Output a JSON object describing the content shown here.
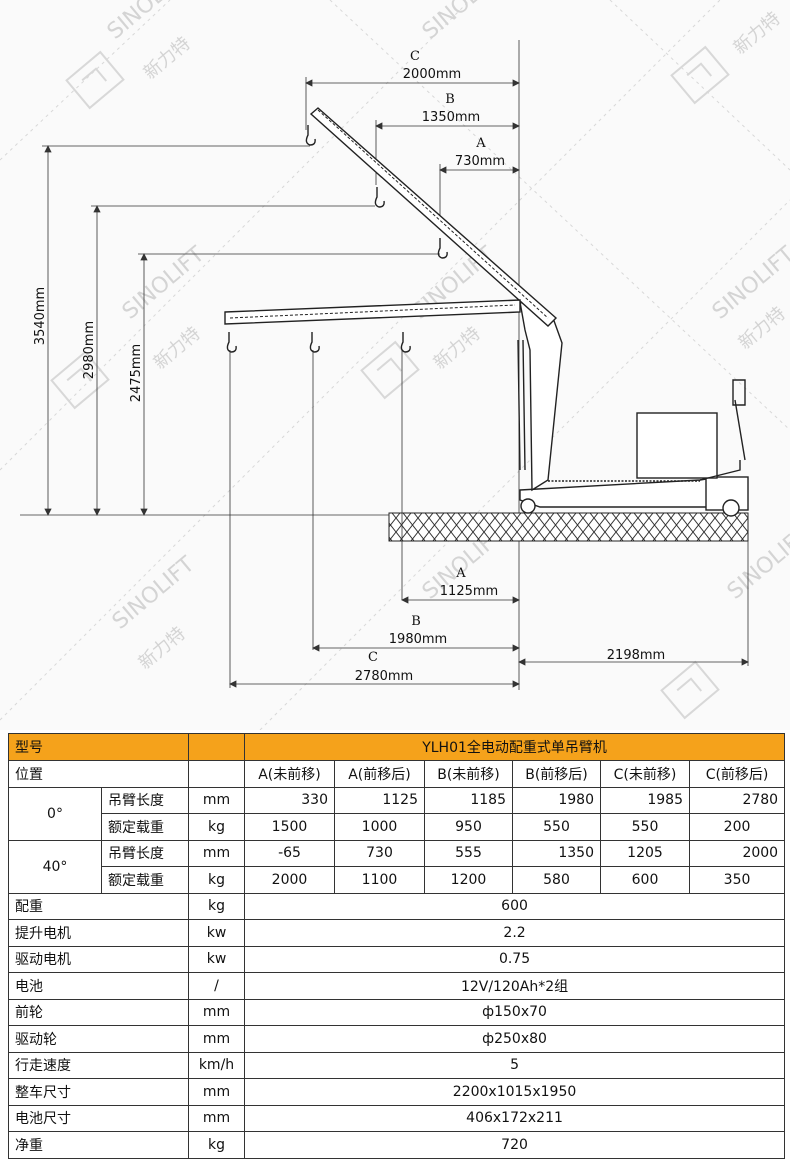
{
  "drawing": {
    "top_dims": [
      {
        "letter": "C",
        "value": "2000mm"
      },
      {
        "letter": "B",
        "value": "1350mm"
      },
      {
        "letter": "A",
        "value": "730mm"
      }
    ],
    "heights": [
      "3540mm",
      "2980mm",
      "2475mm"
    ],
    "bottom_dims": [
      {
        "letter": "A",
        "value": "1125mm"
      },
      {
        "letter": "B",
        "value": "1980mm"
      },
      {
        "letter": "C",
        "value": "2780mm"
      }
    ],
    "length": "2198mm",
    "watermark": {
      "brand": "SINOLIFT",
      "cn": "新力特"
    }
  },
  "spec": {
    "header": {
      "label": "型号",
      "model": "YLH01全电动配重式单吊臂机"
    },
    "position": {
      "label": "位置",
      "cols": [
        "A(未前移)",
        "A(前移后)",
        "B(未前移)",
        "B(前移后)",
        "C(未前移)",
        "C(前移后)"
      ]
    },
    "angle0": {
      "angle": "0°",
      "rows": [
        {
          "label": "吊臂长度",
          "unit": "mm",
          "values": [
            "330",
            "1125",
            "1185",
            "1980",
            "1985",
            "2780"
          ]
        },
        {
          "label": "额定载重",
          "unit": "kg",
          "values": [
            "1500",
            "1000",
            "950",
            "550",
            "550",
            "200"
          ]
        }
      ]
    },
    "angle40": {
      "angle": "40°",
      "rows": [
        {
          "label": "吊臂长度",
          "unit": "mm",
          "values": [
            "-65",
            "730",
            "555",
            "1350",
            "1205",
            "2000"
          ]
        },
        {
          "label": "额定载重",
          "unit": "kg",
          "values": [
            "2000",
            "1100",
            "1200",
            "580",
            "600",
            "350"
          ]
        }
      ]
    },
    "rows": [
      {
        "label": "配重",
        "unit": "kg",
        "value": "600"
      },
      {
        "label": "提升电机",
        "unit": "kw",
        "value": "2.2"
      },
      {
        "label": "驱动电机",
        "unit": "kw",
        "value": "0.75"
      },
      {
        "label": "电池",
        "unit": "/",
        "value": "12V/120Ah*2组"
      },
      {
        "label": "前轮",
        "unit": "mm",
        "value": "ф150x70"
      },
      {
        "label": "驱动轮",
        "unit": "mm",
        "value": "ф250x80"
      },
      {
        "label": "行走速度",
        "unit": "km/h",
        "value": "5"
      },
      {
        "label": "整车尺寸",
        "unit": "mm",
        "value": "2200x1015x1950"
      },
      {
        "label": "电池尺寸",
        "unit": "mm",
        "value": "406x172x211"
      },
      {
        "label": "净重",
        "unit": "kg",
        "value": "720"
      }
    ],
    "colors": {
      "header": "#f5a21b",
      "border": "#333333"
    }
  }
}
